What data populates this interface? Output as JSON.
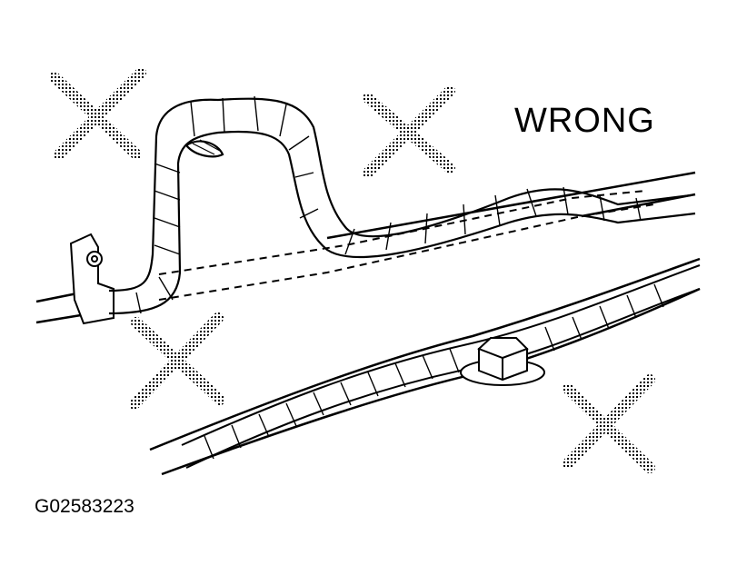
{
  "caption": "WRONG",
  "figure_id": "G02583223",
  "marks": [
    {
      "name": "x-mark-top-left",
      "icon": "dotted-x-icon"
    },
    {
      "name": "x-mark-top-center",
      "icon": "dotted-x-icon"
    },
    {
      "name": "x-mark-middle-left",
      "icon": "dotted-x-icon"
    },
    {
      "name": "x-mark-bottom-right",
      "icon": "dotted-x-icon"
    }
  ],
  "colors": {
    "ink": "#000000",
    "paper": "#ffffff"
  }
}
